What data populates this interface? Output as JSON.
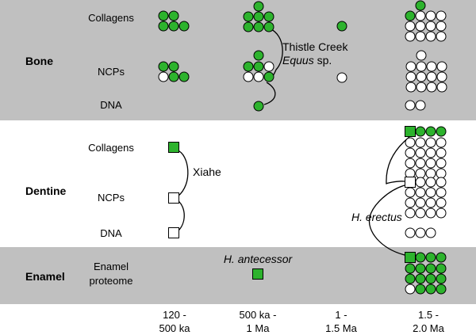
{
  "sections": {
    "bone": "Bone",
    "dentine": "Dentine",
    "enamel": "Enamel"
  },
  "rows": {
    "bone_collagens": "Collagens",
    "bone_ncps": "NCPs",
    "bone_dna": "DNA",
    "dentine_collagens": "Collagens",
    "dentine_ncps": "NCPs",
    "dentine_dna": "DNA",
    "enamel_proteome_1": "Enamel",
    "enamel_proteome_2": "proteome"
  },
  "annotations": {
    "thistle_line1": "Thistle Creek",
    "thistle_equus": "Equus",
    "thistle_sp": " sp.",
    "xiahe": "Xiahe",
    "h_erectus": "H. erectus",
    "h_antecessor": "H. antecessor"
  },
  "age_columns": [
    {
      "line1": "120 -",
      "line2": "500 ka"
    },
    {
      "line1": "500 ka -",
      "line2": "1 Ma"
    },
    {
      "line1": "1 -",
      "line2": "1.5 Ma"
    },
    {
      "line1": "1.5 -",
      "line2": "2.0 Ma"
    }
  ],
  "colors": {
    "bone_band": "#c0c0c0",
    "dentine_band": "#ffffff",
    "enamel_band": "#c0c0c0",
    "positive": "#2db32d",
    "negative": "#ffffff",
    "outline": "#000000"
  }
}
